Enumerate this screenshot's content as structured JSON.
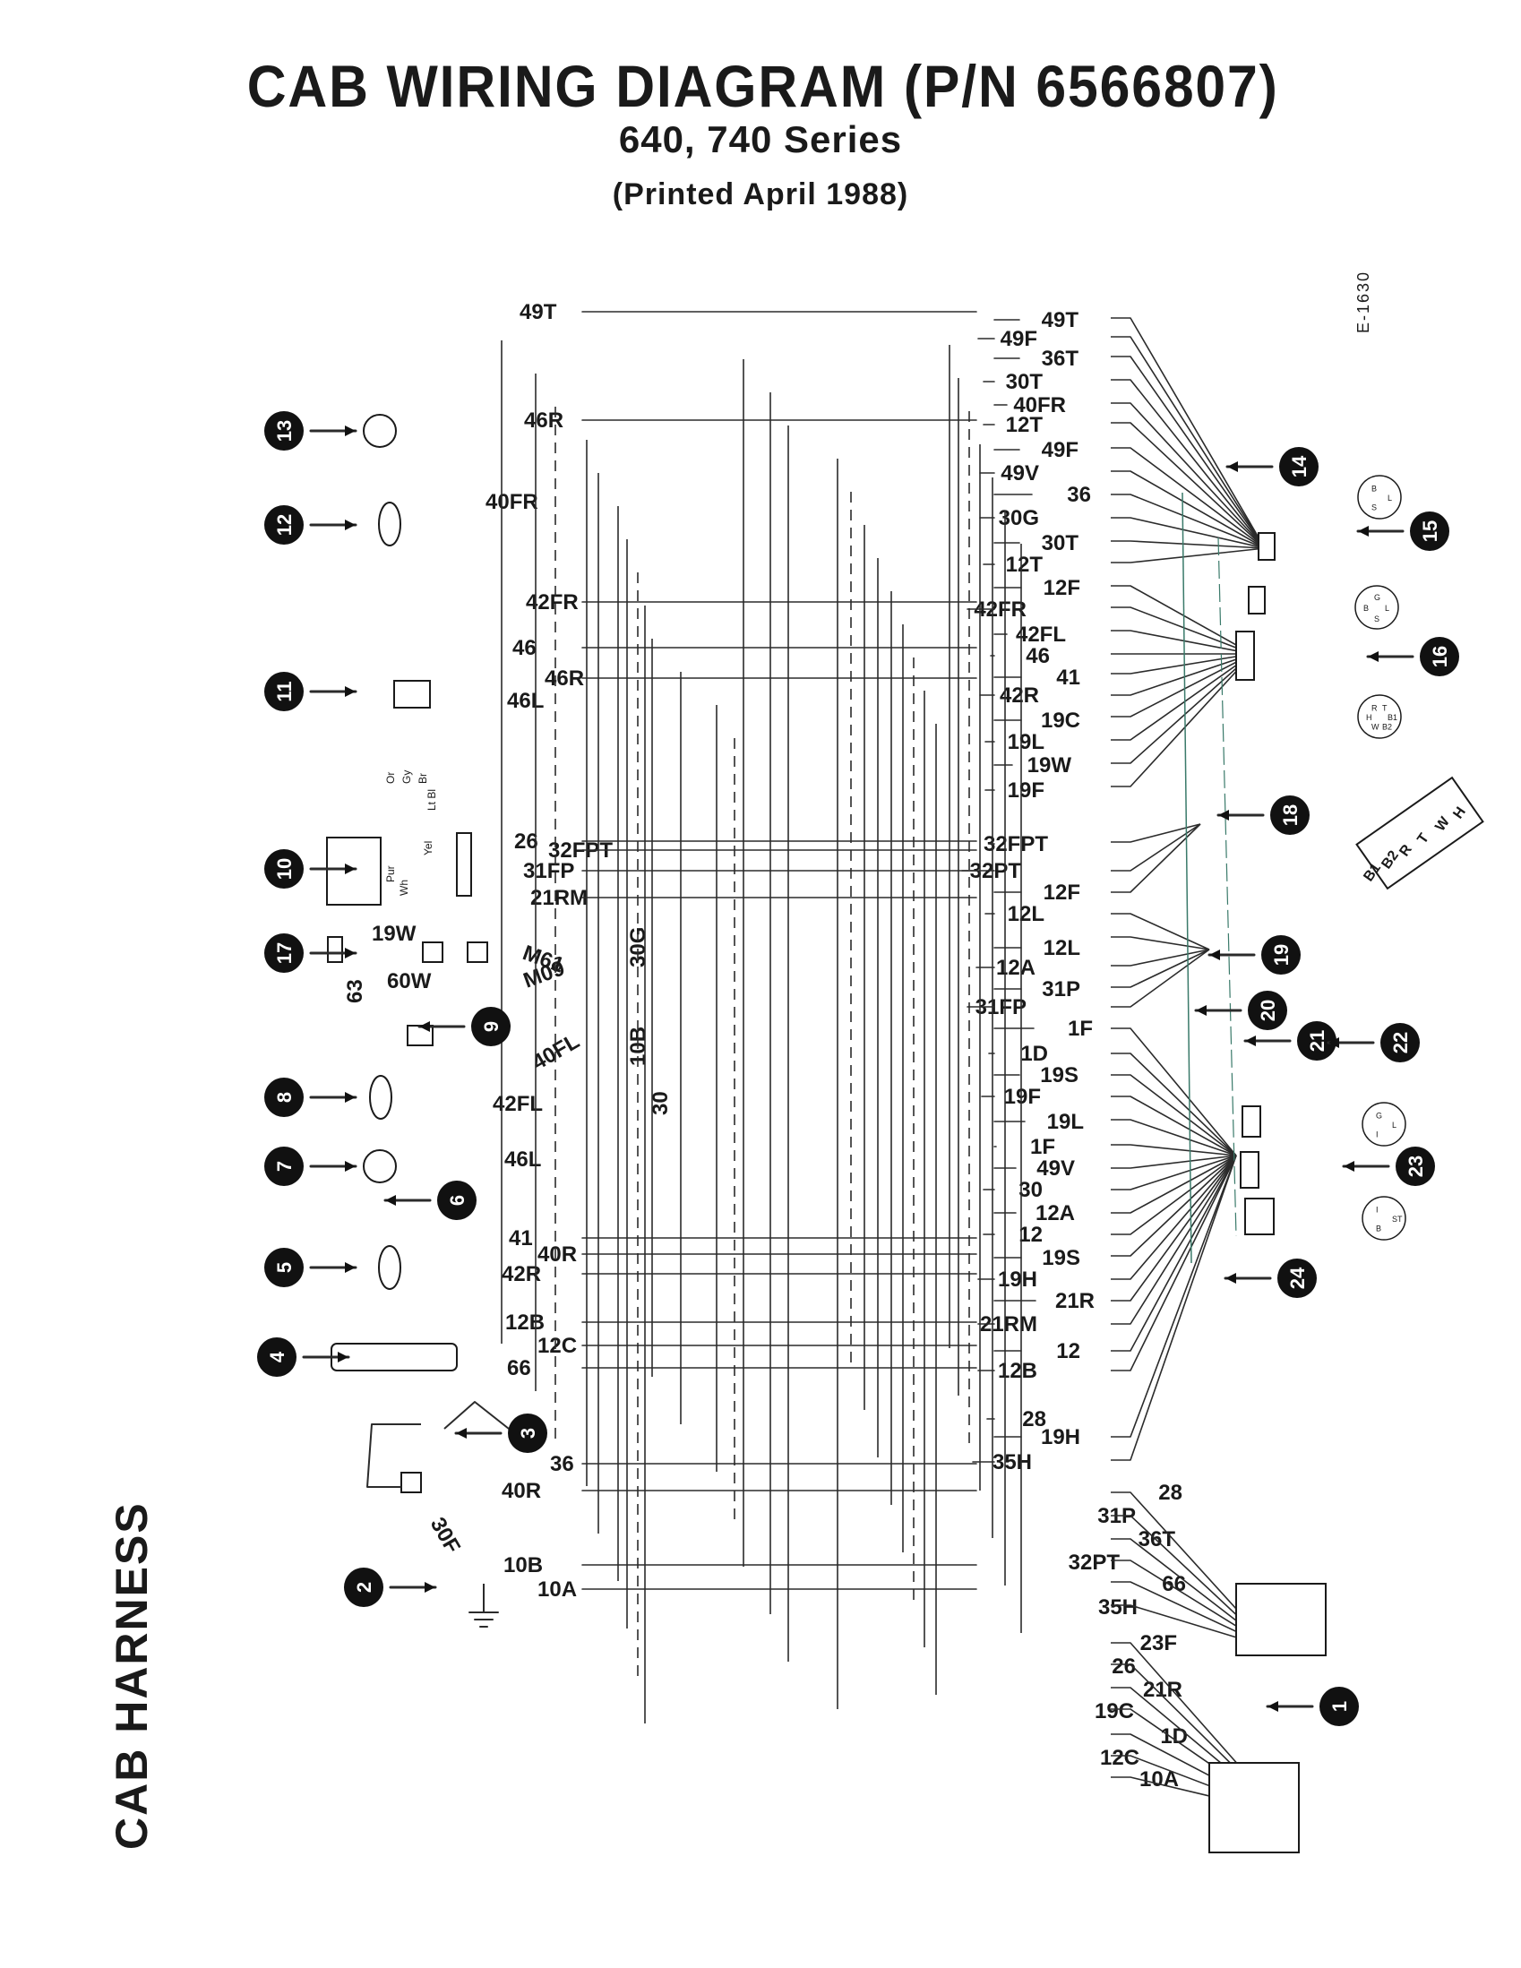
{
  "title": "CAB WIRING DIAGRAM (P/N 6566807)",
  "subtitle": "640, 740 Series",
  "printed": "(Printed April 1988)",
  "side_label": "CAB HARNESS",
  "drawing_code": "E-1630",
  "callouts": [
    "1",
    "2",
    "3",
    "4",
    "5",
    "6",
    "7",
    "8",
    "9",
    "10",
    "11",
    "12",
    "13",
    "14",
    "15",
    "16",
    "17",
    "18",
    "19",
    "20",
    "21",
    "22",
    "23",
    "24"
  ],
  "left_wire_labels": [
    "49T",
    "46R",
    "40FR",
    "42FR",
    "46",
    "46R",
    "46L",
    "26",
    "32FPT",
    "31FP",
    "21RM",
    "19W",
    "60W",
    "63",
    "M61",
    "M09",
    "30G",
    "10B",
    "30",
    "40FL",
    "42FL",
    "46L",
    "41",
    "40R",
    "42R",
    "12B",
    "12C",
    "66",
    "36",
    "40R",
    "30F",
    "10B",
    "10A"
  ],
  "right_wire_labels": [
    "49T",
    "49F",
    "36T",
    "30T",
    "40FR",
    "12T",
    "49F",
    "49V",
    "36",
    "30G",
    "30T",
    "12T",
    "12F",
    "42FR",
    "42FL",
    "46",
    "41",
    "42R",
    "19C",
    "19L",
    "19W",
    "19F",
    "32FPT",
    "32PT",
    "12F",
    "12L",
    "12L",
    "12A",
    "31P",
    "31FP",
    "1F",
    "1D",
    "19S",
    "19F",
    "19L",
    "1F",
    "49V",
    "30",
    "12A",
    "12",
    "19S",
    "19H",
    "21R",
    "21RM",
    "12",
    "12B",
    "28",
    "19H",
    "35H",
    "28",
    "31P",
    "36T",
    "32PT",
    "66",
    "35H",
    "23F",
    "26",
    "21R",
    "19C",
    "1D",
    "12C",
    "10A"
  ],
  "connector_pins_10": [
    "Or",
    "Gy",
    "Br",
    "Lt Bl",
    "Yel",
    "Pur",
    "Wh"
  ],
  "connector_pins_14": [
    "L",
    "S",
    "B"
  ],
  "connector_pins_15": [
    "L",
    "S",
    "B",
    "G"
  ],
  "connector_pins_16": [
    "B1",
    "B2",
    "W",
    "H",
    "R",
    "T"
  ],
  "connector_pins_22": [
    "L",
    "I",
    "G"
  ],
  "connector_pins_23": [
    "ST",
    "B",
    "I"
  ],
  "switch_pins": [
    "B1",
    "B2",
    "R",
    "T",
    "W",
    "H"
  ],
  "colors": {
    "ink": "#1a1a1a",
    "wire": "#2b2b2b",
    "panel_line": "#3a7a6a"
  }
}
